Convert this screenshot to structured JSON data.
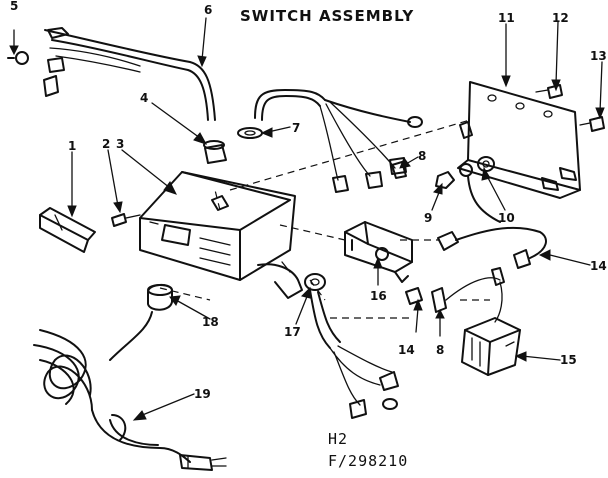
{
  "title": "SWITCH ASSEMBLY",
  "code_line1": "H2",
  "code_line2": "F/298210",
  "labels": {
    "p1": "1",
    "p2": "2",
    "p3": "3",
    "p4": "4",
    "p5": "5",
    "p6": "6",
    "p7": "7",
    "p8a": "8",
    "p8b": "8",
    "p9": "9",
    "p10": "10",
    "p11": "11",
    "p12": "12",
    "p13": "13",
    "p14a": "14",
    "p14b": "14",
    "p15": "15",
    "p16": "16",
    "p17": "17",
    "p18": "18",
    "p19": "19"
  }
}
